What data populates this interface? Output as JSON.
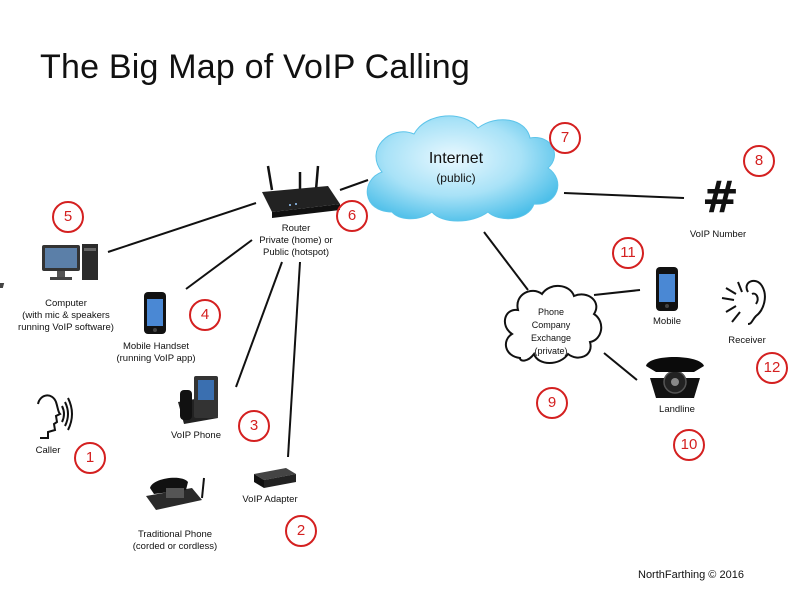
{
  "title": "The Big Map of VoIP Calling",
  "credit": "NorthFarthing © 2016",
  "cloud": {
    "title": "Internet",
    "subtitle": "(public)"
  },
  "exchange": {
    "line1": "Phone",
    "line2": "Company",
    "line3": "Exchange",
    "line4": "(private)"
  },
  "labels": {
    "router": [
      "Router",
      "Private (home) or",
      "Public (hotspot)"
    ],
    "computer": [
      "Computer",
      "(with mic & speakers",
      "running VoIP software)"
    ],
    "mobile_handset": [
      "Mobile Handset",
      "(running VoIP app)"
    ],
    "voip_phone": "VoIP Phone",
    "caller": "Caller",
    "voip_adapter": "VoIP Adapter",
    "traditional_phone": [
      "Traditional Phone",
      "(corded or cordless)"
    ],
    "voip_number": "VoIP Number",
    "mobile": "Mobile",
    "receiver": "Receiver",
    "landline": "Landline"
  },
  "numbers": [
    "1",
    "2",
    "3",
    "4",
    "5",
    "6",
    "7",
    "8",
    "9",
    "10",
    "11",
    "12"
  ],
  "symbols": {
    "hash": "#"
  },
  "colors": {
    "accent": "#d42020",
    "cloud": "#7fd0ef"
  }
}
